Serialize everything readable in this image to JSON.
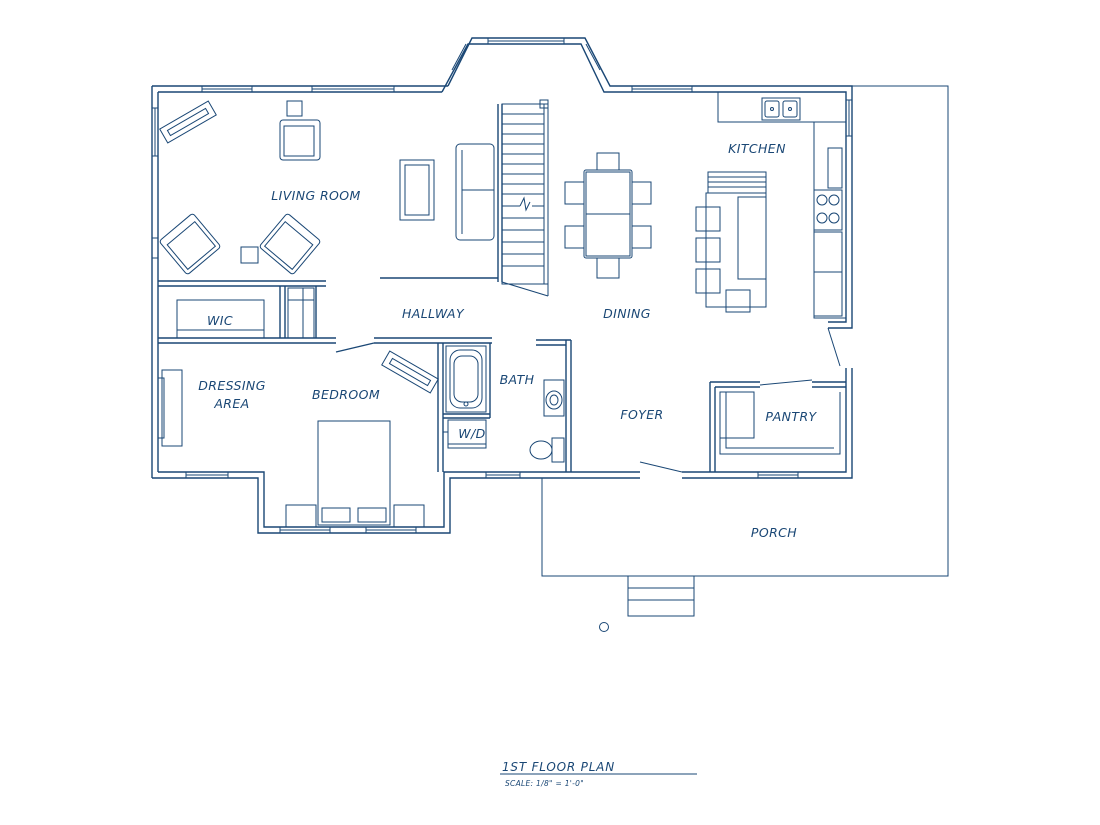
{
  "plan": {
    "line_color": "#1a4775",
    "rooms": {
      "living_room": "LIVING  ROOM",
      "kitchen": "KITCHEN",
      "dining": "DINING",
      "hallway": "HALLWAY",
      "wic": "WIC",
      "dressing_line1": "DRESSING",
      "dressing_line2": "AREA",
      "bedroom": "BEDROOM",
      "bath": "BATH",
      "wd": "W/D",
      "foyer": "FOYER",
      "pantry": "PANTRY",
      "porch": "PORCH"
    },
    "title": "1ST  FLOOR  PLAN",
    "scale": "SCALE:  1/8\"  =  1'-0\""
  }
}
